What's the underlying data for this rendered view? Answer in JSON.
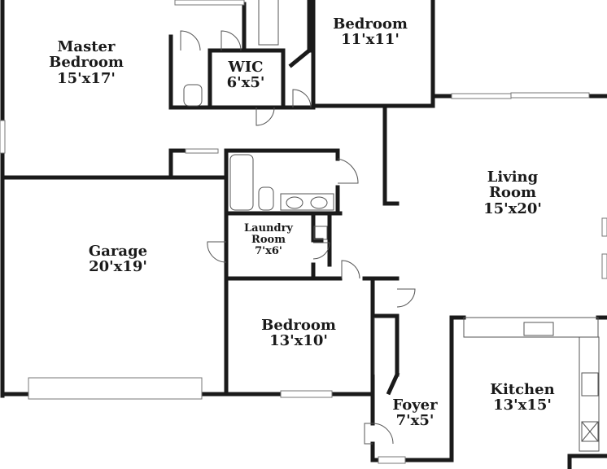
{
  "rooms": {
    "master_bedroom": {
      "name_line1": "Master",
      "name_line2": "Bedroom",
      "size": "15'x17'"
    },
    "bedroom_top": {
      "name": "Bedroom",
      "size": "11'x11'"
    },
    "wic": {
      "name": "WIC",
      "size": "6'x5'"
    },
    "living_room": {
      "name_line1": "Living",
      "name_line2": "Room",
      "size": "15'x20'"
    },
    "garage": {
      "name": "Garage",
      "size": "20'x19'"
    },
    "laundry_room": {
      "name_line1": "Laundry",
      "name_line2": "Room",
      "size": "7'x6'"
    },
    "bedroom_bottom": {
      "name": "Bedroom",
      "size": "13'x10'"
    },
    "kitchen": {
      "name": "Kitchen",
      "size": "13'x15'"
    },
    "foyer": {
      "name": "Foyer",
      "size": "7'x5'"
    }
  },
  "colors": {
    "wall": "#1a1a1a",
    "fixture": "#555555",
    "background": "#ffffff"
  }
}
